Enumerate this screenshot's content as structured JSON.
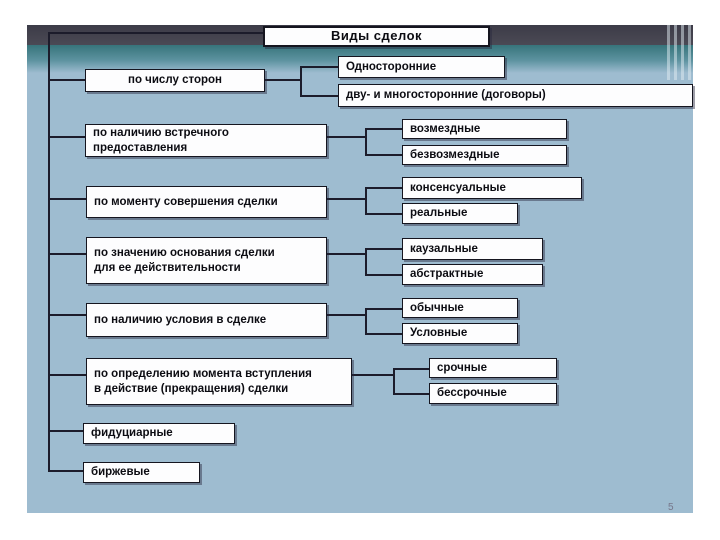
{
  "title": "Виды  сделок",
  "page_number": "5",
  "colors": {
    "slide_background": "#9ebcd0",
    "header_band": "#45444f",
    "teal_band": "#37747b",
    "box_fill": "#fdfdfe",
    "box_border": "#15151f",
    "connector_line": "#1c1c2b"
  },
  "sections": [
    {
      "label": "по числу сторон",
      "children": [
        "Односторонние",
        "дву- и  многосторонние (договоры)"
      ]
    },
    {
      "label": "по наличию встречного\nпредоставления",
      "children": [
        "возмездные",
        "безвозмездные"
      ]
    },
    {
      "label": "по моменту совершения сделки",
      "children": [
        "консенсуальные",
        "реальные"
      ]
    },
    {
      "label": "по значению основания сделки\nдля ее действительности",
      "children": [
        "каузальные",
        "абстрактные"
      ]
    },
    {
      "label": "по наличию условия в сделке",
      "children": [
        "обычные",
        "Условные"
      ]
    },
    {
      "label": "по определению момента вступления\nв действие (прекращения) сделки",
      "children": [
        "срочные",
        "бессрочные"
      ]
    },
    {
      "label": "фидуциарные",
      "children": []
    },
    {
      "label": "биржевые",
      "children": []
    }
  ]
}
